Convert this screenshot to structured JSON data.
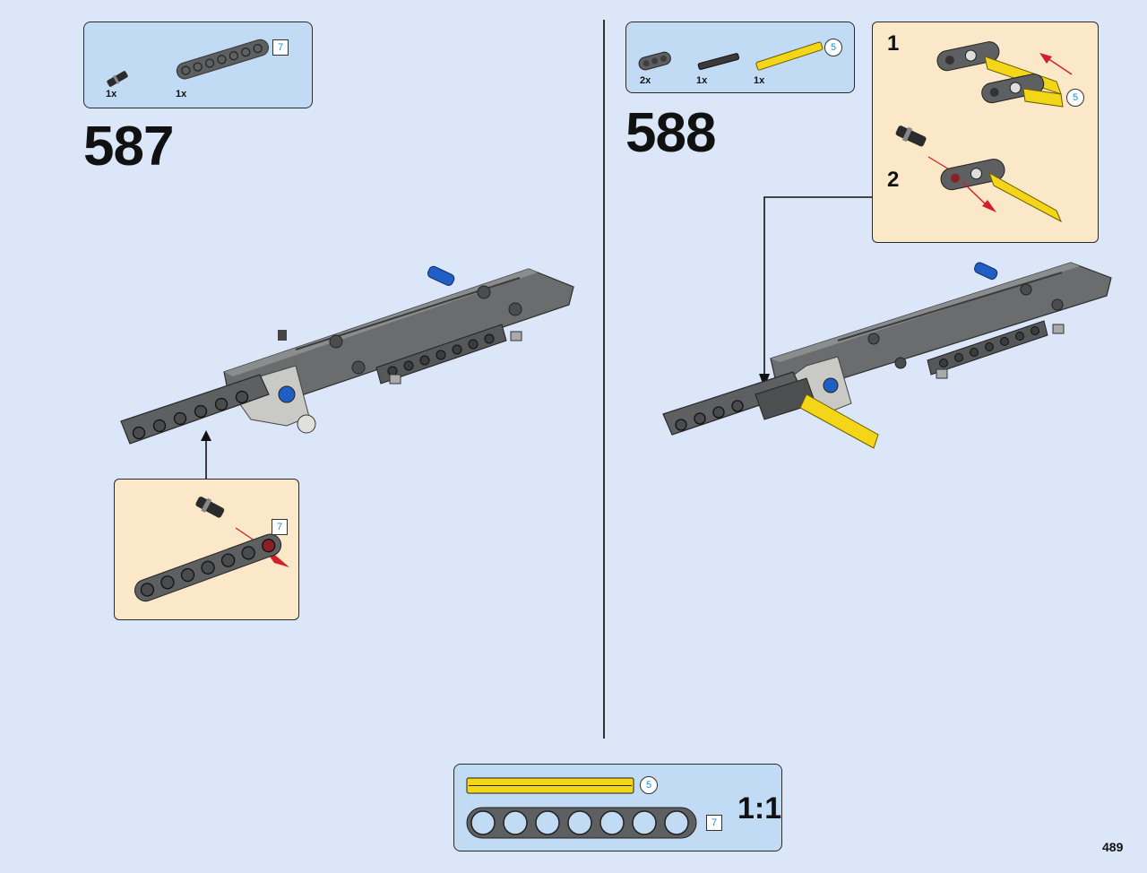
{
  "page_number": "489",
  "steps": [
    {
      "number": "587",
      "parts": [
        {
          "qty": "1x",
          "icon": "black-pin-icon"
        },
        {
          "qty": "1x",
          "icon": "beam-7-icon",
          "length": "7"
        }
      ],
      "sub_assembly": {
        "length": "7"
      }
    },
    {
      "number": "588",
      "parts": [
        {
          "qty": "2x",
          "icon": "short-beam-icon"
        },
        {
          "qty": "1x",
          "icon": "black-axle-icon"
        },
        {
          "qty": "1x",
          "icon": "yellow-axle-icon",
          "length": "5"
        }
      ],
      "sub_steps": [
        {
          "number": "1",
          "length": "5"
        },
        {
          "number": "2"
        }
      ]
    }
  ],
  "scale_reference": {
    "label": "1:1",
    "axle_length": "5",
    "beam_length": "7"
  },
  "colors": {
    "background": "#dbe7f8",
    "parts_box": "#c2dbf4",
    "sub_box": "#fbe8c8",
    "dark_gray": "#5d5f61",
    "light_gray": "#c9c9c5",
    "yellow": "#f2d617",
    "blue": "#1f5fc4",
    "red_arrow": "#d21f2a"
  }
}
